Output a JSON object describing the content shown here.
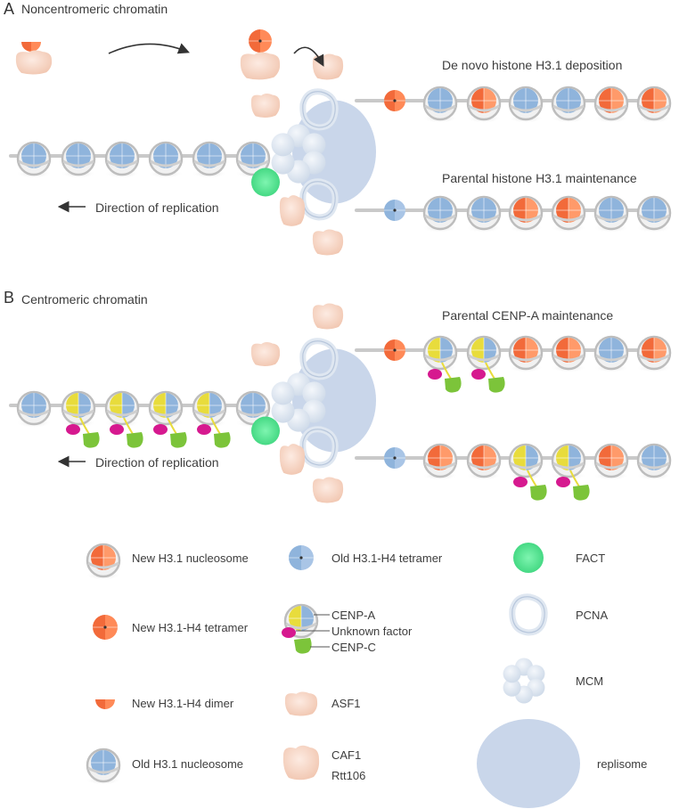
{
  "panelA": {
    "letter": "A",
    "title": "Noncentromeric chromatin",
    "top_strand_label": "De novo histone H3.1 deposition",
    "bottom_strand_label": "Parental histone H3.1 maintenance",
    "direction_label": "Direction of replication"
  },
  "panelB": {
    "letter": "B",
    "title": "Centromeric chromatin",
    "top_strand_label": "Parental CENP-A maintenance",
    "direction_label": "Direction of replication"
  },
  "legend": {
    "new_nucleosome": "New H3.1 nucleosome",
    "new_tetramer": "New H3.1-H4 tetramer",
    "new_dimer": "New H3.1-H4 dimer",
    "old_nucleosome": "Old H3.1 nucleosome",
    "old_tetramer": "Old H3.1-H4 tetramer",
    "cenp_a": "CENP-A",
    "unknown_factor": "Unknown factor",
    "cenp_c": "CENP-C",
    "asf1": "ASF1",
    "caf1": "CAF1",
    "rtt106": "Rtt106",
    "fact": "FACT",
    "pcna": "PCNA",
    "mcm": "MCM",
    "replisome": "replisome"
  },
  "colors": {
    "new_histone": "#f26a3a",
    "old_histone": "#8fb4dc",
    "cenp_a": "#e8dc3c",
    "unknown_factor": "#d6198f",
    "cenp_c": "#7cc43a",
    "fact": "#45e08a",
    "asf1": "#f6d2c2",
    "replisome": "#c9d6ea",
    "pcna": "#dfe7f1",
    "mcm": "#dbe4f0"
  },
  "icons": [
    "arrow-icon",
    "nucleosome-icon",
    "tetramer-icon",
    "dimer-icon",
    "pcna-ring-icon",
    "mcm-hexamer-icon"
  ]
}
